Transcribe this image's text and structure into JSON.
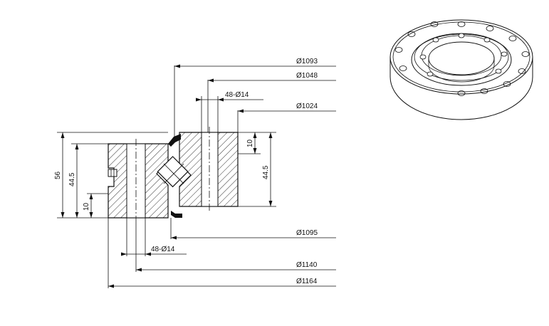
{
  "drawing": {
    "dims_right": {
      "d1093": "Ø1093",
      "d1048": "Ø1048",
      "holes_top": "48-Ø14",
      "d1024": "Ø1024",
      "d1095": "Ø1095",
      "holes_bottom": "48-Ø14",
      "d1140": "Ø1140",
      "d1164": "Ø1164"
    },
    "dims_vertical": {
      "h56": "56",
      "h44_5_left": "44.5",
      "h10_left": "10",
      "h10_right": "10",
      "h44_5_right": "44.5"
    },
    "colors": {
      "line": "#111111",
      "hatch": "#333333",
      "body": "#ffffff"
    }
  }
}
